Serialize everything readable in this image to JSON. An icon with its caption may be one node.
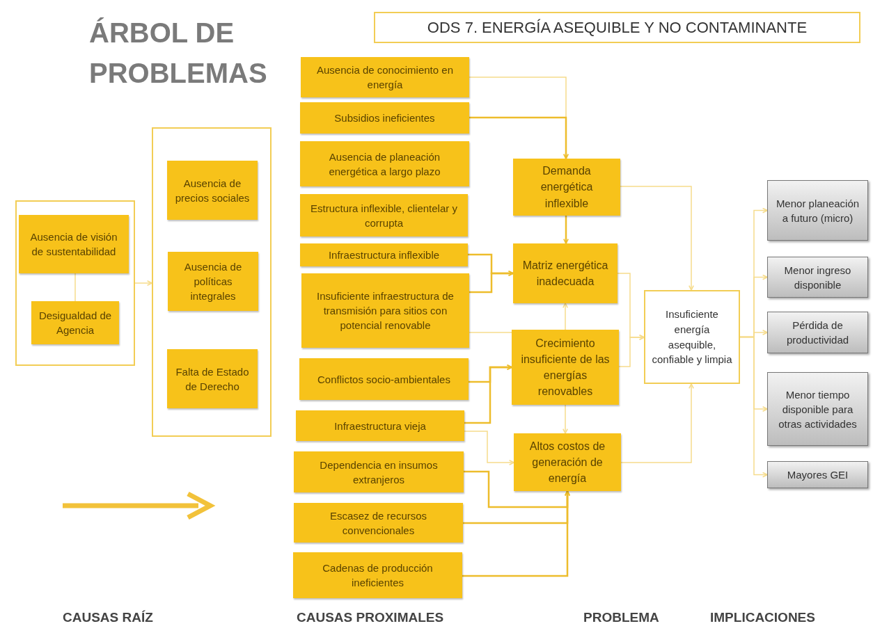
{
  "diagram": {
    "title": "ÁRBOL DE PROBLEMAS",
    "nodes": [
      {
        "text": [],
        "shape": "box"
      },
      {
        "text": [
          "Ausencia de visión de sustentabilidad"
        ],
        "in": 0
      },
      {
        "text": [
          "Desigualdad de Agencia"
        ],
        "in": 0
      },
      {
        "text": [],
        "shape": "box"
      },
      {
        "text": [
          "Ausencia de precios sociales"
        ],
        "in": 3
      },
      {
        "text": [
          "Ausencia de políticas integrales"
        ],
        "in": 3
      },
      {
        "text": [
          "Falta de Estado de Derecho"
        ],
        "in": 3
      },
      {
        "text": [
          "Ausencia de conocimiento en energía"
        ]
      },
      {
        "text": [
          "Subsidios ineficientes"
        ]
      },
      {
        "text": [
          "Ausencia de planeación energética a largo plazo"
        ]
      },
      {
        "text": [
          "Estructura inflexible, clientelar y corrupta"
        ]
      },
      {
        "text": [
          "Infraestructura inflexible"
        ]
      },
      {
        "text": [
          "Insuficiente infraestructura de transmisión para sitios con potencial renovable"
        ]
      },
      {
        "text": [
          "Conflictos socio-ambientales"
        ]
      },
      {
        "text": [
          "Infraestructura vieja"
        ]
      },
      {
        "text": [
          "Dependencia en insumos extranjeros"
        ]
      },
      {
        "text": [
          "Escasez de recursos convencionales"
        ]
      },
      {
        "text": [
          "Cadenas de producción ineficientes"
        ]
      },
      {
        "text": [
          "Demanda energética inflexible"
        ]
      },
      {
        "text": [
          "Matriz energética inadecuada"
        ]
      },
      {
        "text": [
          "Crecimiento insuficiente de las energías renovables"
        ]
      },
      {
        "text": [
          "Altos costos de generación de energía"
        ]
      },
      {
        "text": [
          "Insuficiente energía asequible, confiable y limpia"
        ]
      },
      {
        "text": [
          "Menor planeación a futuro (micro)"
        ]
      },
      {
        "text": [
          "Menor ingreso disponible"
        ]
      },
      {
        "text": [
          "Pérdida de productividad"
        ]
      },
      {
        "text": [
          "Menor tiempo disponible para otras actividades"
        ]
      },
      {
        "text": [
          "Mayores GEI"
        ]
      },
      {
        "text": [
          "ODS 7. ENERGÍA ASEQUIBLE Y NO CONTAMINANTE"
        ]
      }
    ],
    "edges": [
      {
        "from": 1,
        "to": 2,
        "arrow": "none"
      },
      {
        "from": 0,
        "to": 3,
        "arrow": "to"
      },
      {
        "from": 7,
        "to": 18,
        "arrow": "to"
      },
      {
        "from": 8,
        "to": 18,
        "arrow": "to",
        "color": "#edbd2c"
      },
      {
        "from": 18,
        "to": 19,
        "arrow": "to",
        "color": "#edbd2c"
      },
      {
        "from": 11,
        "to": 19,
        "arrow": "to",
        "color": "#edbd2c"
      },
      {
        "from": 12,
        "to": 19,
        "arrow": "to",
        "color": "#edbd2c"
      },
      {
        "from": 20,
        "to": 19,
        "arrow": "to"
      },
      {
        "from": 12,
        "to": 20,
        "arrow": "none"
      },
      {
        "from": 13,
        "to": 20,
        "arrow": "to",
        "color": "#edbd2c"
      },
      {
        "from": 14,
        "to": 20,
        "arrow": "to",
        "color": "#edbd2c"
      },
      {
        "from": 14,
        "to": 21,
        "arrow": "to"
      },
      {
        "from": 20,
        "to": 21,
        "arrow": "to"
      },
      {
        "from": 15,
        "to": 21,
        "arrow": "to",
        "color": "#edbd2c"
      },
      {
        "from": 16,
        "to": 21,
        "arrow": "to",
        "color": "#edbd2c"
      },
      {
        "from": 17,
        "to": 21,
        "arrow": "to",
        "color": "#edbd2c"
      },
      {
        "from": 18,
        "to": 22,
        "arrow": "to"
      },
      {
        "from": 19,
        "to": 22,
        "arrow": "to"
      },
      {
        "from": 20,
        "to": 22,
        "arrow": "to"
      },
      {
        "from": 21,
        "to": 22,
        "arrow": "to"
      },
      {
        "from": 22,
        "to": 23,
        "arrow": "to"
      },
      {
        "from": 22,
        "to": 24,
        "arrow": "to"
      },
      {
        "from": 22,
        "to": 25,
        "arrow": "to"
      },
      {
        "from": 22,
        "to": 26,
        "arrow": "to"
      },
      {
        "from": 22,
        "to": 27,
        "arrow": "to"
      }
    ],
    "labels": [
      "CAUSAS RAÍZ",
      "CAUSAS PROXIMALES",
      "PROBLEMA",
      "IMPLICACIONES"
    ]
  }
}
